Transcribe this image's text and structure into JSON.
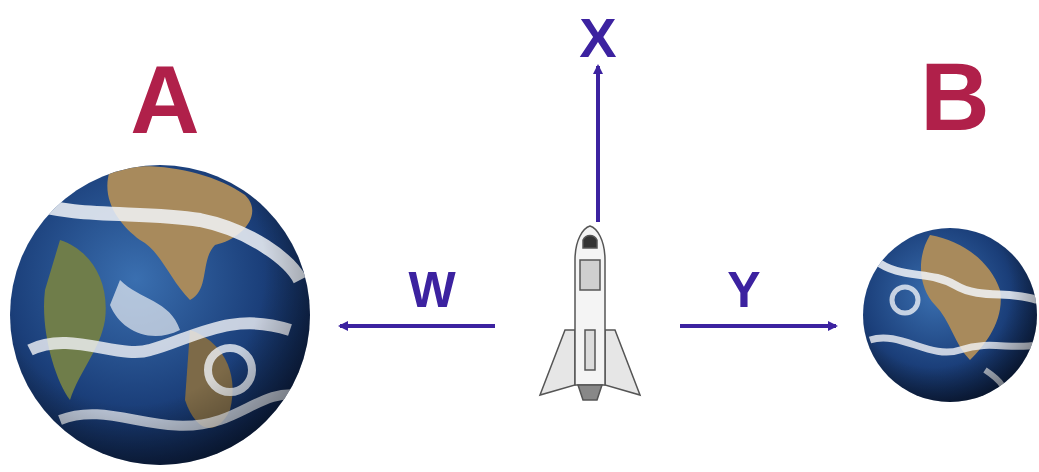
{
  "diagram": {
    "labels": [
      "A",
      "X",
      "B",
      "W",
      "Y"
    ]
  }
}
